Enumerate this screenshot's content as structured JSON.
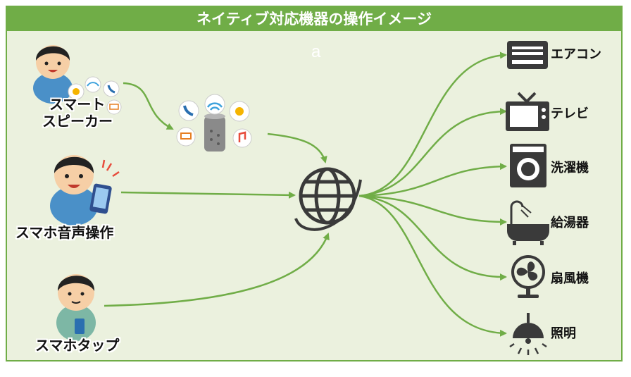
{
  "title": "ネイティブ対応機器の操作イメージ",
  "stray_mark": "a",
  "inputs": [
    {
      "label_line1": "スマート",
      "label_line2": "スピーカー"
    },
    {
      "label": "スマホ音声操作"
    },
    {
      "label": "スマホタップ"
    }
  ],
  "devices": [
    {
      "label": "エアコン",
      "icon": "air-conditioner-icon"
    },
    {
      "label": "テレビ",
      "icon": "tv-icon"
    },
    {
      "label": "洗濯機",
      "icon": "washing-machine-icon"
    },
    {
      "label": "給湯器",
      "icon": "bathtub-icon"
    },
    {
      "label": "扇風機",
      "icon": "fan-icon"
    },
    {
      "label": "照明",
      "icon": "ceiling-light-icon"
    }
  ],
  "colors": {
    "accent": "#70ad47",
    "background": "#ebf1de",
    "icon": "#3a3a3a"
  }
}
